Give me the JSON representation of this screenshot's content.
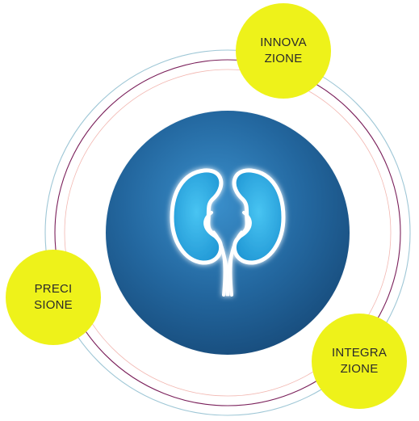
{
  "colors": {
    "badge_fill": "#eef21a",
    "badge_text": "#2b2b2b",
    "disc_light": "#3a8fcb",
    "disc_dark": "#123f68",
    "ring_outer": "#9fc7d6",
    "ring_inner_1": "#7a1f5a",
    "ring_inner_2": "#f2b7b1",
    "kidney_fill": "#2fb3ea",
    "kidney_glow": "#ffffff"
  },
  "icons": {
    "center": "kidneys-icon"
  },
  "badges": {
    "top": {
      "line1": "INNOVA",
      "line2": "ZIONE"
    },
    "left": {
      "line1": "PRECI",
      "line2": "SIONE"
    },
    "right": {
      "line1": "INTEGRA",
      "line2": "ZIONE"
    }
  }
}
